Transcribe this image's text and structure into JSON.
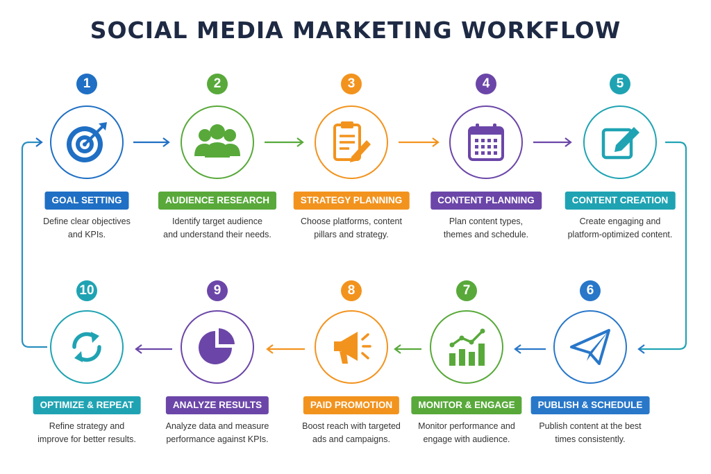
{
  "title": "SOCIAL MEDIA MARKETING WORKFLOW",
  "steps": [
    {
      "num": "1",
      "label": "GOAL SETTING",
      "desc1": "Define clear objectives",
      "desc2": "and KPIs.",
      "color": "#1f6fc4",
      "icon": "target-icon"
    },
    {
      "num": "2",
      "label": "AUDIENCE RESEARCH",
      "desc1": "Identify target audience",
      "desc2": "and understand their needs.",
      "color": "#58a93a",
      "icon": "people-icon"
    },
    {
      "num": "3",
      "label": "STRATEGY PLANNING",
      "desc1": "Choose platforms, content",
      "desc2": "pillars and strategy.",
      "color": "#f2931e",
      "icon": "clipboard-icon"
    },
    {
      "num": "4",
      "label": "CONTENT PLANNING",
      "desc1": "Plan content types,",
      "desc2": "themes and schedule.",
      "color": "#6b46a8",
      "icon": "calendar-icon"
    },
    {
      "num": "5",
      "label": "CONTENT CREATION",
      "desc1": "Create engaging and",
      "desc2": "platform-optimized content.",
      "color": "#1fa3b3",
      "icon": "edit-icon"
    },
    {
      "num": "6",
      "label": "PUBLISH & SCHEDULE",
      "desc1": "Publish content at the best",
      "desc2": "times consistently.",
      "color": "#2877c9",
      "icon": "paper-plane-icon"
    },
    {
      "num": "7",
      "label": "MONITOR & ENGAGE",
      "desc1": "Monitor performance and",
      "desc2": "engage with audience.",
      "color": "#58a93a",
      "icon": "chart-growth-icon"
    },
    {
      "num": "8",
      "label": "PAID PROMOTION",
      "desc1": "Boost reach with targeted",
      "desc2": "ads and campaigns.",
      "color": "#f2931e",
      "icon": "megaphone-icon"
    },
    {
      "num": "9",
      "label": "ANALYZE RESULTS",
      "desc1": "Analyze data and measure",
      "desc2": "performance against KPIs.",
      "color": "#6b46a8",
      "icon": "pie-chart-icon"
    },
    {
      "num": "10",
      "label": "OPTIMIZE & REPEAT",
      "desc1": "Refine strategy and",
      "desc2": "improve for better results.",
      "color": "#1fa3b3",
      "icon": "refresh-icon"
    }
  ]
}
